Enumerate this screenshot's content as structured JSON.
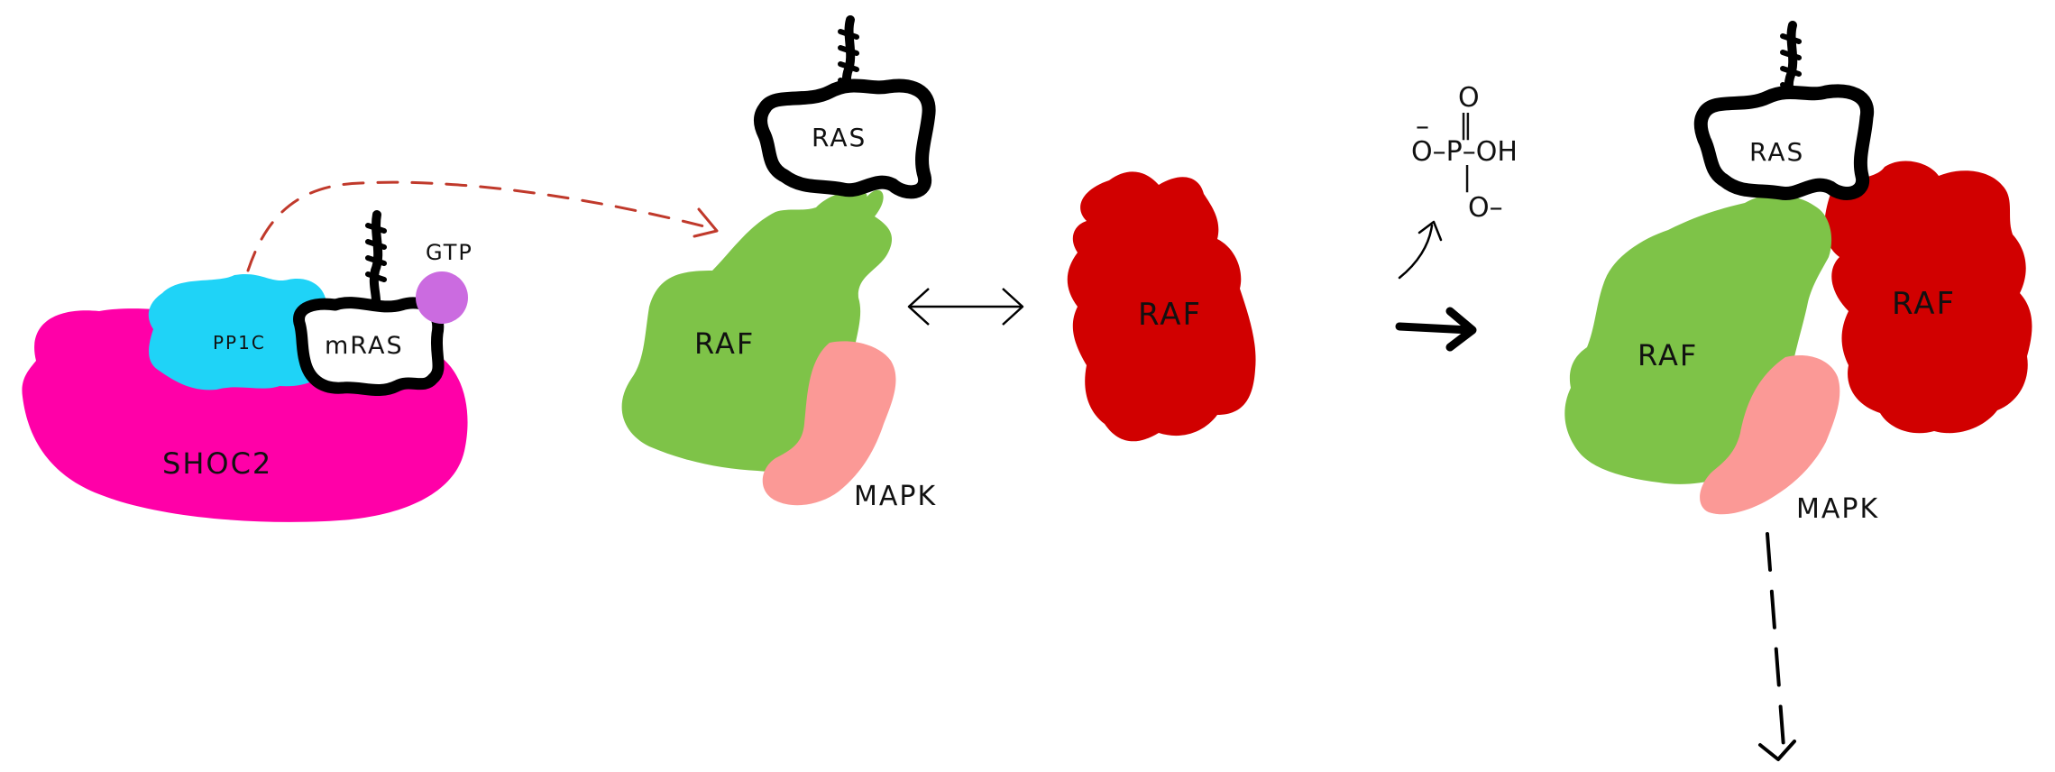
{
  "labels": {
    "shoc2": "SHOC2",
    "pp1c": "PP1C",
    "mras": "mRAS",
    "gtp": "GTP",
    "ras_1": "RAS",
    "raf_green_1": "RAF",
    "mapk_1": "MAPK",
    "raf_red_1": "RAF",
    "ras_2": "RAS",
    "raf_green_2": "RAF",
    "raf_red_2": "RAF",
    "mapk_2": "MAPK"
  },
  "phosphate": {
    "top": "O",
    "double_bond": "‖",
    "middle": "O–P–OH",
    "left_charge": "–",
    "single_bond": "|",
    "bottom": "O–"
  },
  "colors": {
    "shoc2": "#ff00a8",
    "pp1c": "#1fd3f7",
    "gtp": "#cb6be0",
    "raf_green": "#7ec348",
    "raf_red": "#d10000",
    "mapk": "#fb9996",
    "outline": "#000000",
    "dashed_arrow": "#c0392b"
  }
}
